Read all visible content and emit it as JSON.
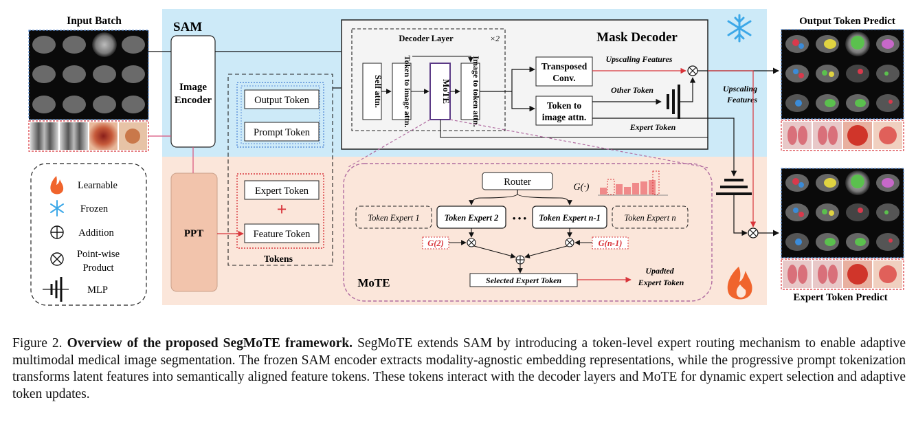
{
  "figure": {
    "labels": {
      "input_batch": "Input Batch",
      "sam": "SAM",
      "image_encoder_1": "Image",
      "image_encoder_2": "Encoder",
      "ppt": "PPT",
      "output_token": "Output Token",
      "prompt_token": "Prompt Token",
      "expert_token": "Expert Token",
      "plus": "+",
      "feature_token": "Feature Token",
      "tokens": "Tokens",
      "decoder_layer": "Decoder Layer",
      "times2": "×2",
      "self_attn": "Self attn.",
      "token_to_image_attn": "Token to image attn.",
      "mote_block": "MoTE",
      "image_to_token_attn": "Image to token attn.",
      "mask_decoder": "Mask Decoder",
      "transposed_1": "Transposed",
      "transposed_2": "Conv.",
      "upscaling_features": "Upscaling Features",
      "other_token": "Other Token",
      "token_to_image_1": "Token to",
      "token_to_image_2": "image attn.",
      "expert_token_flow": "Expert Token",
      "upscaling_right_1": "Upscaling",
      "upscaling_right_2": "Features",
      "router": "Router",
      "gfunc": "G(·)",
      "token_expert_1": "Token Expert 1",
      "token_expert_2": "Token Expert 2",
      "dots": "• • •",
      "token_expert_n1": "Token Expert n-1",
      "token_expert_n": "Token Expert n",
      "g2": "G(2)",
      "gn1": "G(n-1)",
      "selected_expert_token": "Selected Expert Token",
      "updated_1": "Upadted",
      "updated_2": "Expert Token",
      "mote_region": "MoTE",
      "output_token_predict": "Output Token Predict",
      "expert_token_predict": "Expert Token Predict"
    },
    "legend": {
      "learnable": "Learnable",
      "frozen": "Frozen",
      "addition": "Addition",
      "pointwise_1": "Point-wise",
      "pointwise_2": "Product",
      "mlp": "MLP"
    },
    "icons": [
      "flame-icon",
      "snowflake-icon",
      "addition-icon",
      "product-icon",
      "mlp-icon"
    ],
    "colors": {
      "frozen_bg": "#cdeaf8",
      "learnable_bg": "#fbe6da",
      "ppt_fill": "#f2c4ac",
      "accent_red": "#d8343a",
      "dashed_blue": "#5a8fd8",
      "mote_purple": "#5b3a86",
      "snowflake": "#3ca8e8",
      "flame": "#f0642c"
    }
  },
  "caption": {
    "prefix": "Figure 2. ",
    "bold": "Overview of the proposed SegMoTE framework.",
    "text": " SegMoTE extends SAM by introducing a token-level expert routing mechanism to enable adaptive multimodal medical image segmentation. The frozen SAM encoder extracts modality-agnostic embedding representations, while the progressive prompt tokenization transforms latent features into semantically aligned feature tokens. These tokens interact with the decoder layers and MoTE for dynamic expert selection and adaptive token updates."
  }
}
